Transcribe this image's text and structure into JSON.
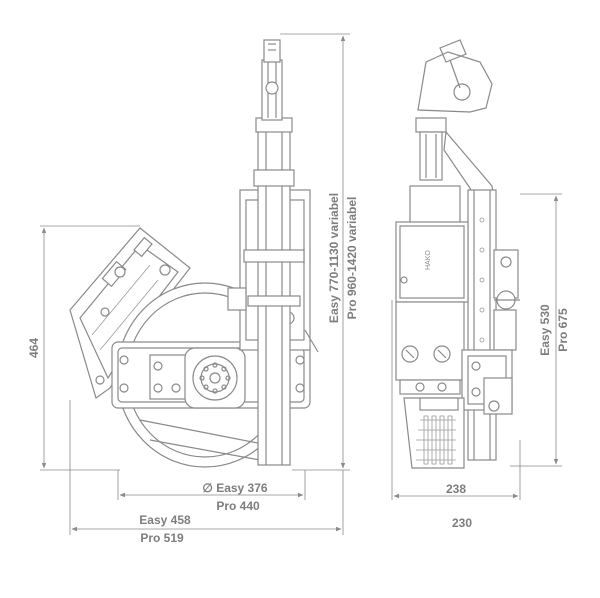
{
  "dimensions": {
    "height_total": "464",
    "column_length_easy": "Easy 770-1130 variabel",
    "column_length_pro": "Pro 960-1420 variabel",
    "side_height_easy": "Easy 530",
    "side_height_pro": "Pro 675",
    "diameter_easy": "∅ Easy 376",
    "diameter_pro": "Pro 440",
    "width_easy": "Easy 458",
    "width_pro": "Pro 519",
    "side_depth": "238",
    "side_depth_total": "230"
  },
  "brand_label": "HAKO",
  "colors": {
    "line": "#8a8a8a",
    "text": "#7d7d7d"
  }
}
